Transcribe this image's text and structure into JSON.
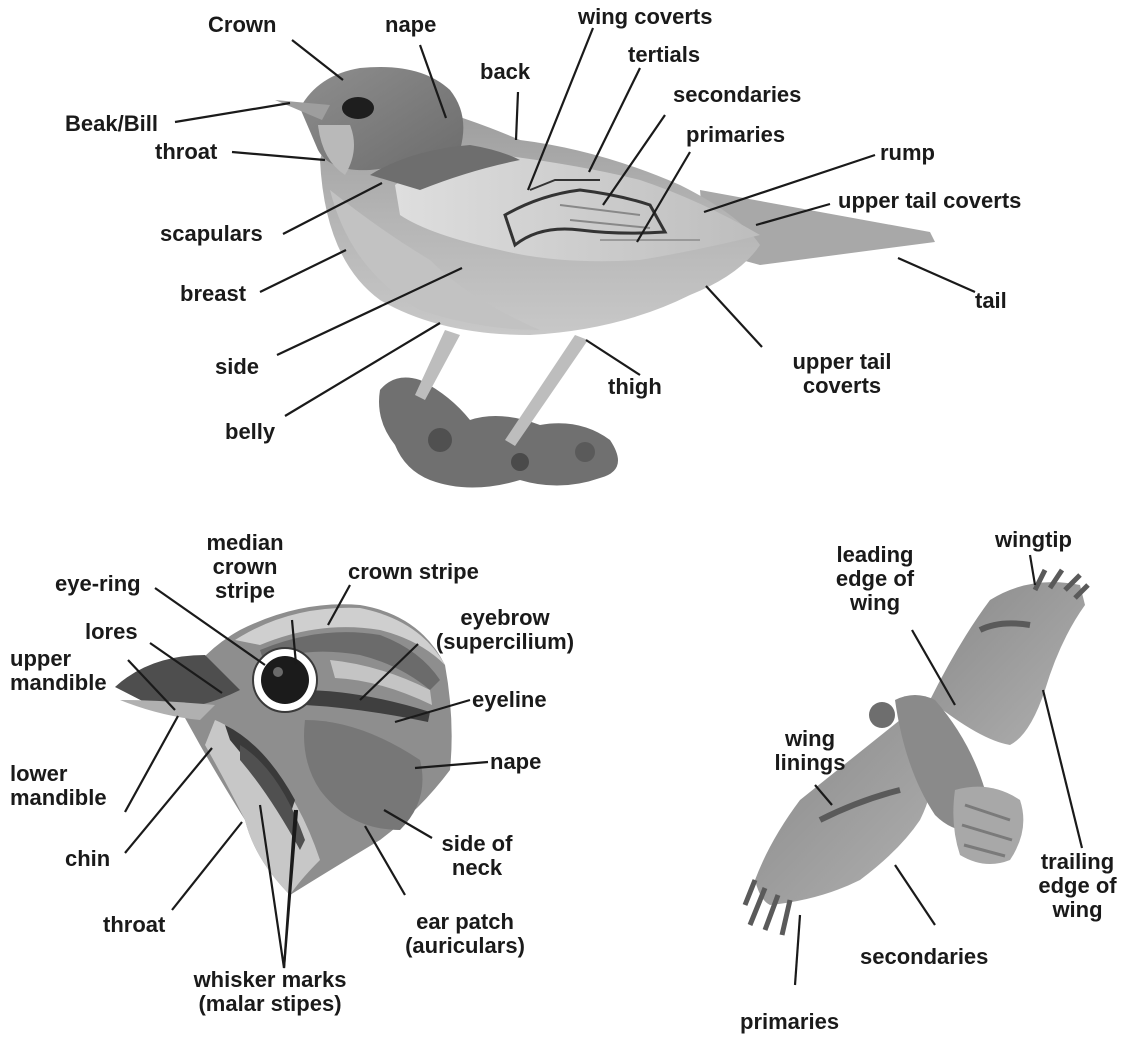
{
  "songbird": {
    "crown": "Crown",
    "nape": "nape",
    "wing_coverts": "wing coverts",
    "back": "back",
    "tertials": "tertials",
    "secondaries": "secondaries",
    "primaries": "primaries",
    "beak_bill": "Beak/Bill",
    "throat": "throat",
    "rump": "rump",
    "upper_tail_coverts_top": "upper tail coverts",
    "scapulars": "scapulars",
    "breast": "breast",
    "tail": "tail",
    "side": "side",
    "thigh": "thigh",
    "upper_tail_coverts_bottom": [
      "upper tail",
      "coverts"
    ],
    "belly": "belly"
  },
  "head": {
    "median_crown_stripe": [
      "median",
      "crown",
      "stripe"
    ],
    "eye_ring": "eye-ring",
    "crown_stripe": "crown stripe",
    "lores": "lores",
    "eyebrow": [
      "eyebrow",
      "(supercilium)"
    ],
    "upper_mandible": [
      "upper",
      "mandible"
    ],
    "eyeline": "eyeline",
    "nape": "nape",
    "lower_mandible": [
      "lower",
      "mandible"
    ],
    "side_of_neck": [
      "side of",
      "neck"
    ],
    "chin": "chin",
    "throat": "throat",
    "ear_patch": [
      "ear patch",
      "(auriculars)"
    ],
    "whisker_marks": [
      "whisker marks",
      "(malar stipes)"
    ]
  },
  "hawk": {
    "leading_edge": [
      "leading",
      "edge of",
      "wing"
    ],
    "wingtip": "wingtip",
    "wing_linings": [
      "wing",
      "linings"
    ],
    "trailing_edge": [
      "trailing",
      "edge of",
      "wing"
    ],
    "secondaries": "secondaries",
    "primaries": "primaries"
  },
  "colors": {
    "ink": "#1a1a1a",
    "feather_dark": "#5a5a5a",
    "feather_mid": "#9a9a9a",
    "feather_light": "#d2d2d2"
  }
}
